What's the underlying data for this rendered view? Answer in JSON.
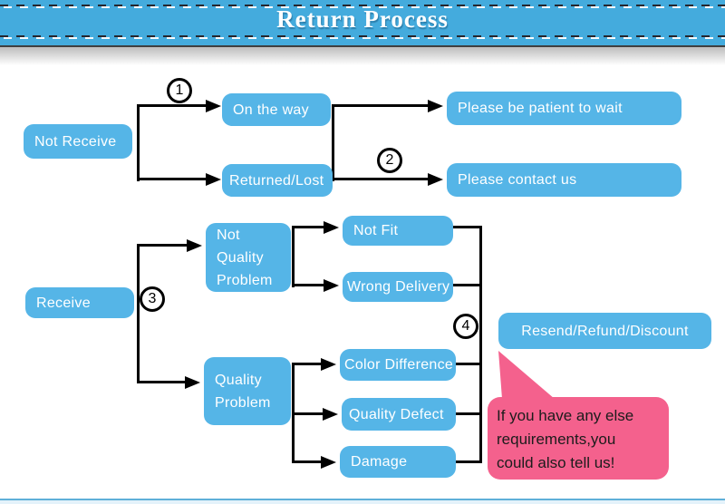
{
  "header": {
    "title": "Return Process"
  },
  "colors": {
    "box_blue": "#55b5e7",
    "banner_blue": "#44abdd",
    "bubble_pink": "#f4618d",
    "line_black": "#000000",
    "footer_blue": "#5fb0d9"
  },
  "steps": [
    "1",
    "2",
    "3",
    "4"
  ],
  "nodes": {
    "not_receive": "Not Receive",
    "on_the_way": "On the way",
    "returned_lost": "Returned/Lost",
    "patient_wait": "Please be patient to wait",
    "contact_us": "Please contact us",
    "receive": "Receive",
    "not_quality_problem": [
      "Not",
      "Quality",
      "Problem"
    ],
    "quality_problem": [
      "Quality",
      "Problem"
    ],
    "not_fit": "Not Fit",
    "wrong_delivery": "Wrong Delivery",
    "color_difference": "Color Difference",
    "quality_defect": "Quality Defect",
    "damage": "Damage",
    "resend": "Resend/Refund/Discount"
  },
  "bubble": {
    "lines": [
      "If you have any else",
      "requirements,you",
      "could also tell us!"
    ]
  }
}
